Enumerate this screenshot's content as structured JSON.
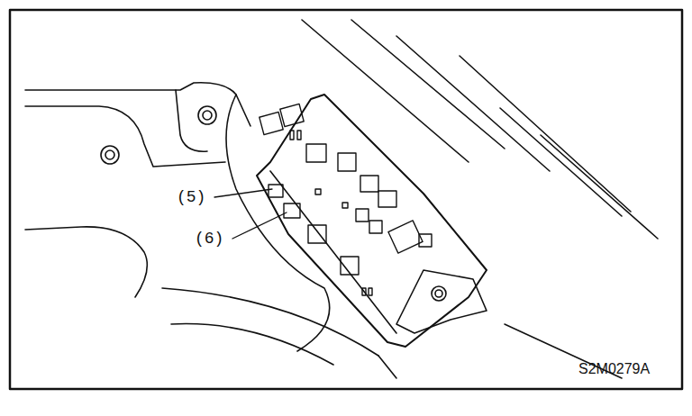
{
  "diagram": {
    "labels": [
      "(5)",
      "(6)",
      "S2M0279A"
    ]
  }
}
